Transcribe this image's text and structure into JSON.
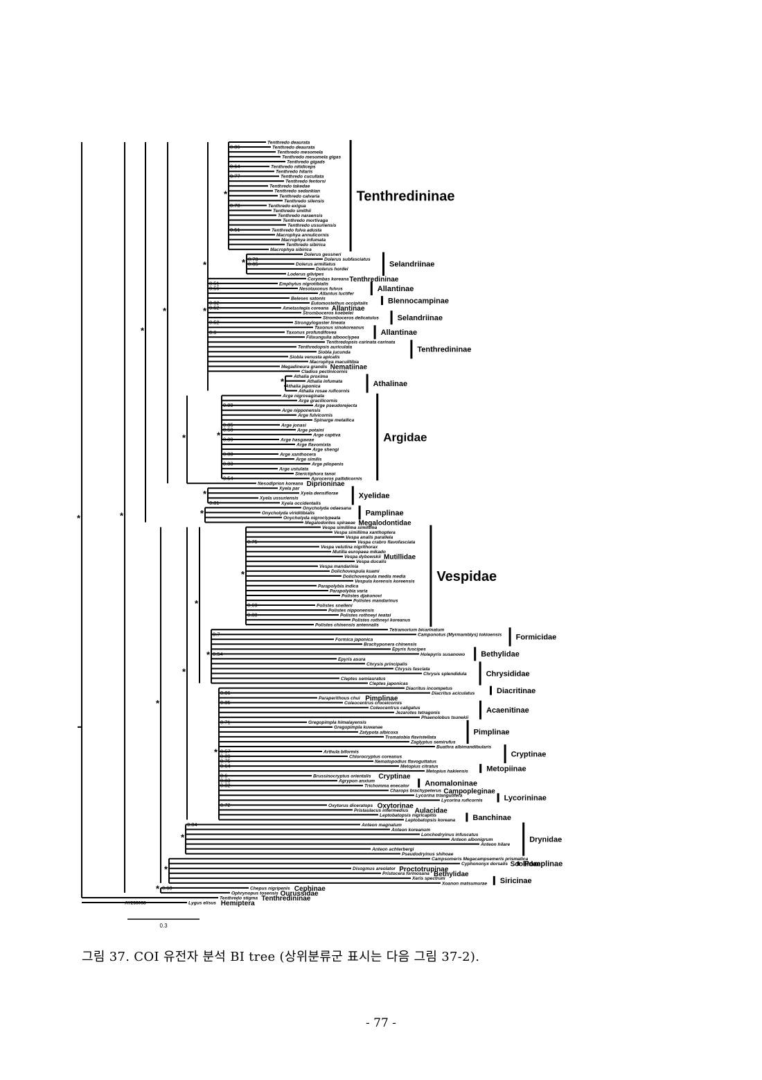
{
  "figure": {
    "caption": "그림 37. COI 유전자 분석 BI tree (상위분류군 표시는 다음 그림 37-2).",
    "page_number": "- 77 -",
    "scale_label": "0.3"
  },
  "taxa": [
    "Tenthredo deaurata",
    "Tenthredo deaurata",
    "Tenthredo mesomela",
    "Tenthredo mesomela gigas",
    "Tenthredo gigads",
    "Tenthredo nitidiceps",
    "Tenthredo hilaris",
    "Tenthredo cucullata",
    "Tenthredo fentorsi",
    "Tenthredo takedae",
    "Tenthredo sedankian",
    "Tenthredo calvaria",
    "Tenthredo silensis",
    "Tenthredo exigua",
    "Tenthredo smithii",
    "Tenthredo naraensis",
    "Tenthredo mortivaga",
    "Tenthredo ussuriensis",
    "Tenthredo fulva adusta",
    "Macrophya annulicornis",
    "Macrophya infumata",
    "Tenthredo sibirica",
    "Macrophya sibirica",
    "Dolerus gessneri",
    "Dolerus subfasciatus",
    "Dolerus armillatus",
    "Dolerus hordei",
    "Loderus gilvipes",
    "Corymbas koreana",
    "Emphytus nigrotibialis",
    "Nesotaxonus fulvus",
    "Allantus luctifer",
    "Beleses satonis",
    "Eutomostethus occipitalis",
    "Ametastegia coreana",
    "Stromboceros koebelei",
    "Stromboceros delicatulus",
    "Strongylogaster lineata",
    "Taxonus sinokoreanus",
    "Taxonus profundifovea",
    "Filixungulia albooclypea",
    "Tenthredopsis carinata carinata",
    "Tenthredopsis auriculata",
    "Siobla jucunda",
    "Siobla venusta apicalis",
    "Macrophya maculitibia",
    "Megadineura grandis",
    "Cladius pectinicornis",
    "Athalia proxima",
    "Athalia infumata",
    "Athalia japonica",
    "Athalia rosae ruficornis",
    "Arge nigrovaginata",
    "Arge gracilicornis",
    "Arge pseudorejecta",
    "Arge nipponensis",
    "Arge fulvicornis",
    "Spinarge metallica",
    "Arge jonasi",
    "Arge potaini",
    "Arge captiva",
    "Arge hasgawae",
    "Arge flavomixta",
    "Arge shengi",
    "Arge xanthocera",
    "Arge similis",
    "Arge pilopenis",
    "Arge ustulata",
    "Sterictiphora tanoi",
    "Aproceros pallidicornis",
    "Nesodiprion koreana",
    "Xyela par",
    "Xyela densiflorae",
    "Xyela ussuriensis",
    "Xyela occidentalis",
    "Onycholyda odaesana",
    "Onycholyda viriditibialis",
    "Onycholyda nigroclypeata",
    "Megalodontes spiraeae",
    "Vespa simillima simillima",
    "Vespa simillima xanthoptera",
    "Vespa analis parallela",
    "Vespa crabro flavofasciata",
    "Vespa velutina nigrithorax",
    "Mutilla europaea mikado",
    "Vespa dybowskii",
    "Vespa ducalis",
    "Vespa mandarinia",
    "Dolichovespula kuami",
    "Dolichovespula media media",
    "Vespula korensis koreensis",
    "Parapolybia indica",
    "Parapolybia varia",
    "Polistes djakonovi",
    "Polistes mandarinus",
    "Polistes snelleni",
    "Polistes nipponensis",
    "Polistes rothneyi iwatai",
    "Polistes rothneyi koreanus",
    "Polistes chinensis antennalis",
    "Tetramorium bicarinatum",
    "Camponotus (Myrmamblys) tokioensis",
    "Formica japonica",
    "Brachyponera chinensis",
    "Epyris fuscipes",
    "Holepyris susanowo",
    "Epyris asura",
    "Chrysis principalis",
    "Chrysis fasciata",
    "Chrysis splendidula",
    "Cleptes semiauratus",
    "Cleptes japonicas",
    "Diacritus incompetus",
    "Diacritus aciculatus",
    "Paraperithous chui",
    "Coleocentrus croceicornis",
    "Coleocentrus caligatus",
    "Jezarotes tetragonis",
    "Phaenolobus tsunekii",
    "Gregopimpla himalayensis",
    "Gregopimpla kuwanae",
    "Zatypota albicoxa",
    "Tromatobia flavistellata",
    "Zaglyptus semirufus",
    "Buathra albimandibularis",
    "Arthula biformis",
    "Chlorocryptus coreanus",
    "Nematopodius flavoguttatus",
    "Metopius citratus",
    "Metopius hakiensis",
    "Brussinocryptus orientalis",
    "Agrypon anxium",
    "Trichomma enecator",
    "Charops brachypeterus",
    "Lycorina triangulifera",
    "Lycorina ruficornis",
    "Oxytorus diceratops",
    "Pristaulacus intermedius",
    "Leptobatopsis nigricapitis",
    "Leptobatopsis koreana",
    "Anteon magnatum",
    "Anteon koreanum",
    "Lonchodryinus infuscatus",
    "Anteon albonigrum",
    "Anteon hilare",
    "Anteon achterbergi",
    "Pseudodryinus shihoae",
    "Campsomeris Megacampsemeris prismatica",
    "Cyphononyx dorsalis",
    "Disogmus areolator",
    "Pristocera formosana",
    "Xeris spectrum",
    "Xoanon matsumurae",
    "Chepus nigripenis",
    "Ophrynopus tosensis",
    "Tenthredo stigma",
    "Lygus elisus"
  ],
  "outgroup_accession": "AY253038",
  "inline_group_labels": [
    {
      "after_taxon": "Corymbas koreana",
      "text": "Tenthredininae"
    },
    {
      "after_taxon": "Ametastegia coreana",
      "text": "Allantinae"
    },
    {
      "after_taxon": "Megadineura grandis",
      "text": "Nematiinae"
    },
    {
      "after_taxon": "Nesodiprion koreana",
      "text": "Diprioninae"
    },
    {
      "after_taxon": "Megalodontes spiraeae",
      "text": "Megalodontidae"
    },
    {
      "after_taxon": "Vespa dybowskii",
      "text": "Mutillidae"
    },
    {
      "after_taxon": "Paraperithous chui",
      "text": "Pimplinae"
    },
    {
      "after_taxon": "Brussinocryptus orientalis",
      "text": "Cryptinae"
    },
    {
      "after_taxon": "Charops brachypeterus",
      "text": "Campopleginae"
    },
    {
      "after_taxon": "Oxytorus diceratops",
      "text": "Oxytorinae"
    },
    {
      "after_taxon": "Pristaulacus intermedius",
      "text": "Aulacidae"
    },
    {
      "after_taxon": "Cyphononyx dorsalis",
      "text": "Scoliidae"
    },
    {
      "after_taxon": "Disogmus areolator",
      "text": "Proctotrupinae"
    },
    {
      "after_taxon": "Pristocera formosana",
      "text": "Bethylidae"
    },
    {
      "after_taxon": "Chepus nigripenis",
      "text": "Cephinae"
    },
    {
      "after_taxon": "Ophrynopus tosensis",
      "text": "Ourussidae"
    },
    {
      "after_taxon": "Tenthredo stigma",
      "text": "Tenthredininae"
    },
    {
      "after_taxon": "Lygus elisus",
      "text": "Hemiptera"
    }
  ],
  "group_bars": [
    {
      "text": "Tenthredininae",
      "first": 0,
      "last": 22,
      "large": 2
    },
    {
      "text": "Selandriinae",
      "first": 23,
      "last": 27,
      "large": 0
    },
    {
      "text": "Allantinae",
      "first": 29,
      "last": 31,
      "large": 0
    },
    {
      "text": "Blennocampinae",
      "first": 32,
      "last": 33,
      "large": 0
    },
    {
      "text": "Selandriinae",
      "first": 35,
      "last": 37,
      "large": 0
    },
    {
      "text": "Allantinae",
      "first": 38,
      "last": 40,
      "large": 0
    },
    {
      "text": "Tenthredininae",
      "first": 41,
      "last": 44,
      "large": 0
    },
    {
      "text": "Athalinae",
      "first": 48,
      "last": 51,
      "large": 0
    },
    {
      "text": "Argidae",
      "first": 52,
      "last": 69,
      "large": 1
    },
    {
      "text": "Xyelidae",
      "first": 71,
      "last": 74,
      "large": 0
    },
    {
      "text": "Pamplinae",
      "first": 75,
      "last": 77,
      "large": 0
    },
    {
      "text": "Vespidae",
      "first": 79,
      "last": 99,
      "large": 2
    },
    {
      "text": "Formicidae",
      "first": 100,
      "last": 103,
      "large": 0
    },
    {
      "text": "Bethylidae",
      "first": 104,
      "last": 106,
      "large": 0
    },
    {
      "text": "Chrysididae",
      "first": 107,
      "last": 111,
      "large": 0
    },
    {
      "text": "Diacritinae",
      "first": 112,
      "last": 113,
      "large": 0
    },
    {
      "text": "Acaenitinae",
      "first": 115,
      "last": 118,
      "large": 0
    },
    {
      "text": "Pimplinae",
      "first": 119,
      "last": 123,
      "large": 0
    },
    {
      "text": "Cryptinae",
      "first": 124,
      "last": 127,
      "large": 0
    },
    {
      "text": "Metopiinae",
      "first": 128,
      "last": 129,
      "large": 0
    },
    {
      "text": "Anomaloninae",
      "first": 131,
      "last": 132,
      "large": 0
    },
    {
      "text": "Lycorininae",
      "first": 134,
      "last": 135,
      "large": 0
    },
    {
      "text": "Banchinae",
      "first": 138,
      "last": 139,
      "large": 0
    },
    {
      "text": "Drynidae",
      "first": 140,
      "last": 146,
      "large": 0
    },
    {
      "text": "Pomplinae",
      "first": 148,
      "last": 148,
      "large": 0
    },
    {
      "text": "Siricinae",
      "first": 151,
      "last": 152,
      "large": 0
    }
  ],
  "support_values": [
    {
      "text": "0.86",
      "taxon": 1,
      "side": "left"
    },
    {
      "text": "0.64",
      "taxon": 5,
      "side": "left"
    },
    {
      "text": "0.77",
      "taxon": 7,
      "side": "left"
    },
    {
      "text": "0.73",
      "taxon": 13,
      "side": "left"
    },
    {
      "text": "0.51",
      "taxon": 18,
      "side": "left"
    },
    {
      "text": "0.73",
      "taxon": 24,
      "side": "left"
    },
    {
      "text": "0.85",
      "taxon": 25,
      "side": "left"
    },
    {
      "text": "0.51",
      "taxon": 29,
      "side": "left"
    },
    {
      "text": "0.56",
      "taxon": 30,
      "side": "left"
    },
    {
      "text": "0.92",
      "taxon": 33,
      "side": "left"
    },
    {
      "text": "0.52",
      "taxon": 34,
      "side": "left"
    },
    {
      "text": "0.52",
      "taxon": 37,
      "side": "left"
    },
    {
      "text": "0.6",
      "taxon": 39,
      "side": "left"
    },
    {
      "text": "0.89",
      "taxon": 54,
      "side": "left"
    },
    {
      "text": "0.85",
      "taxon": 58,
      "side": "left"
    },
    {
      "text": "0.53",
      "taxon": 59,
      "side": "left"
    },
    {
      "text": "0.89",
      "taxon": 61,
      "side": "left"
    },
    {
      "text": "0.88",
      "taxon": 64,
      "side": "left"
    },
    {
      "text": "0.83",
      "taxon": 66,
      "side": "left"
    },
    {
      "text": "0.54",
      "taxon": 69,
      "side": "left"
    },
    {
      "text": "0.81",
      "taxon": 74,
      "side": "left"
    },
    {
      "text": "0.75",
      "taxon": 82,
      "side": "left"
    },
    {
      "text": "0.69",
      "taxon": 95,
      "side": "left"
    },
    {
      "text": "0.88",
      "taxon": 97,
      "side": "left"
    },
    {
      "text": "0.7",
      "taxon": 101,
      "side": "left"
    },
    {
      "text": "0.54",
      "taxon": 105,
      "side": "left"
    },
    {
      "text": "0.86",
      "taxon": 113,
      "side": "left"
    },
    {
      "text": "0.85",
      "taxon": 115,
      "side": "left"
    },
    {
      "text": "0.71",
      "taxon": 119,
      "side": "left"
    },
    {
      "text": "0.57",
      "taxon": 125,
      "side": "left"
    },
    {
      "text": "0.89",
      "taxon": 126,
      "side": "left"
    },
    {
      "text": "0.75",
      "taxon": 127,
      "side": "left"
    },
    {
      "text": "0.64",
      "taxon": 128,
      "side": "left"
    },
    {
      "text": "0.6",
      "taxon": 130,
      "side": "left"
    },
    {
      "text": "0.83",
      "taxon": 131,
      "side": "left"
    },
    {
      "text": "0.82",
      "taxon": 132,
      "side": "left"
    },
    {
      "text": "0.72",
      "taxon": 136,
      "side": "left"
    },
    {
      "text": "0.84",
      "taxon": 140,
      "side": "left"
    },
    {
      "text": "0.68",
      "taxon": 153,
      "side": "left"
    }
  ]
}
